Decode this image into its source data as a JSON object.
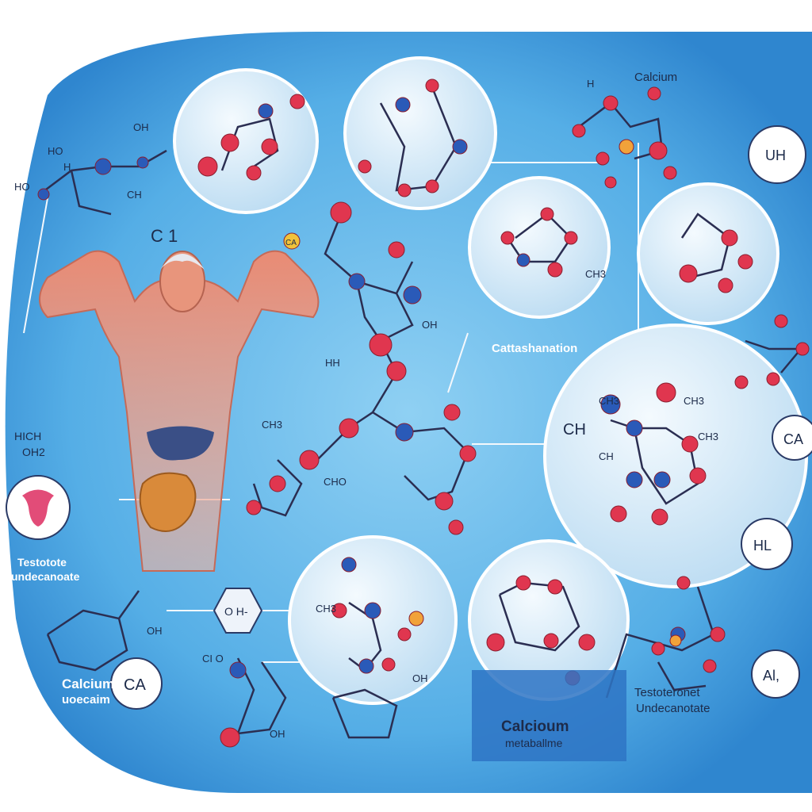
{
  "title_label": "Calcium",
  "process_label": "Cattashanation",
  "left_label": {
    "line1": "Testotote",
    "line2": "undecanoate"
  },
  "left_formula": {
    "line1": "HICH",
    "line2": "OH2"
  },
  "bottom_left_label": {
    "line1": "Calcium",
    "line2": "uoecaim"
  },
  "bottom_left_badge": "CA",
  "metabolism_box": {
    "line1": "Calcioum",
    "line2": "metaballme"
  },
  "right_label": {
    "line1": "Testoteronet",
    "line2": "Undecanotate"
  },
  "right_badges": [
    "UH",
    "CA",
    "HL",
    "Al,"
  ],
  "hex_label": "O H-",
  "atom_labels": [
    "HO",
    "H",
    "OH",
    "HO",
    "CH",
    "C 1",
    "CA",
    "OH",
    "HH",
    "CH3",
    "CH",
    "CH3",
    "CH3",
    "CH3",
    "CH",
    "OH",
    "CH3",
    "CHO",
    "OH",
    "CI O",
    "CH3",
    "OH",
    "H"
  ],
  "colors": {
    "background_blue": "#3f97d9",
    "circle_fill": "#dceefa",
    "atom_red": "#e0364f",
    "atom_blue": "#2a5ab8",
    "skin": "#e9917a"
  }
}
